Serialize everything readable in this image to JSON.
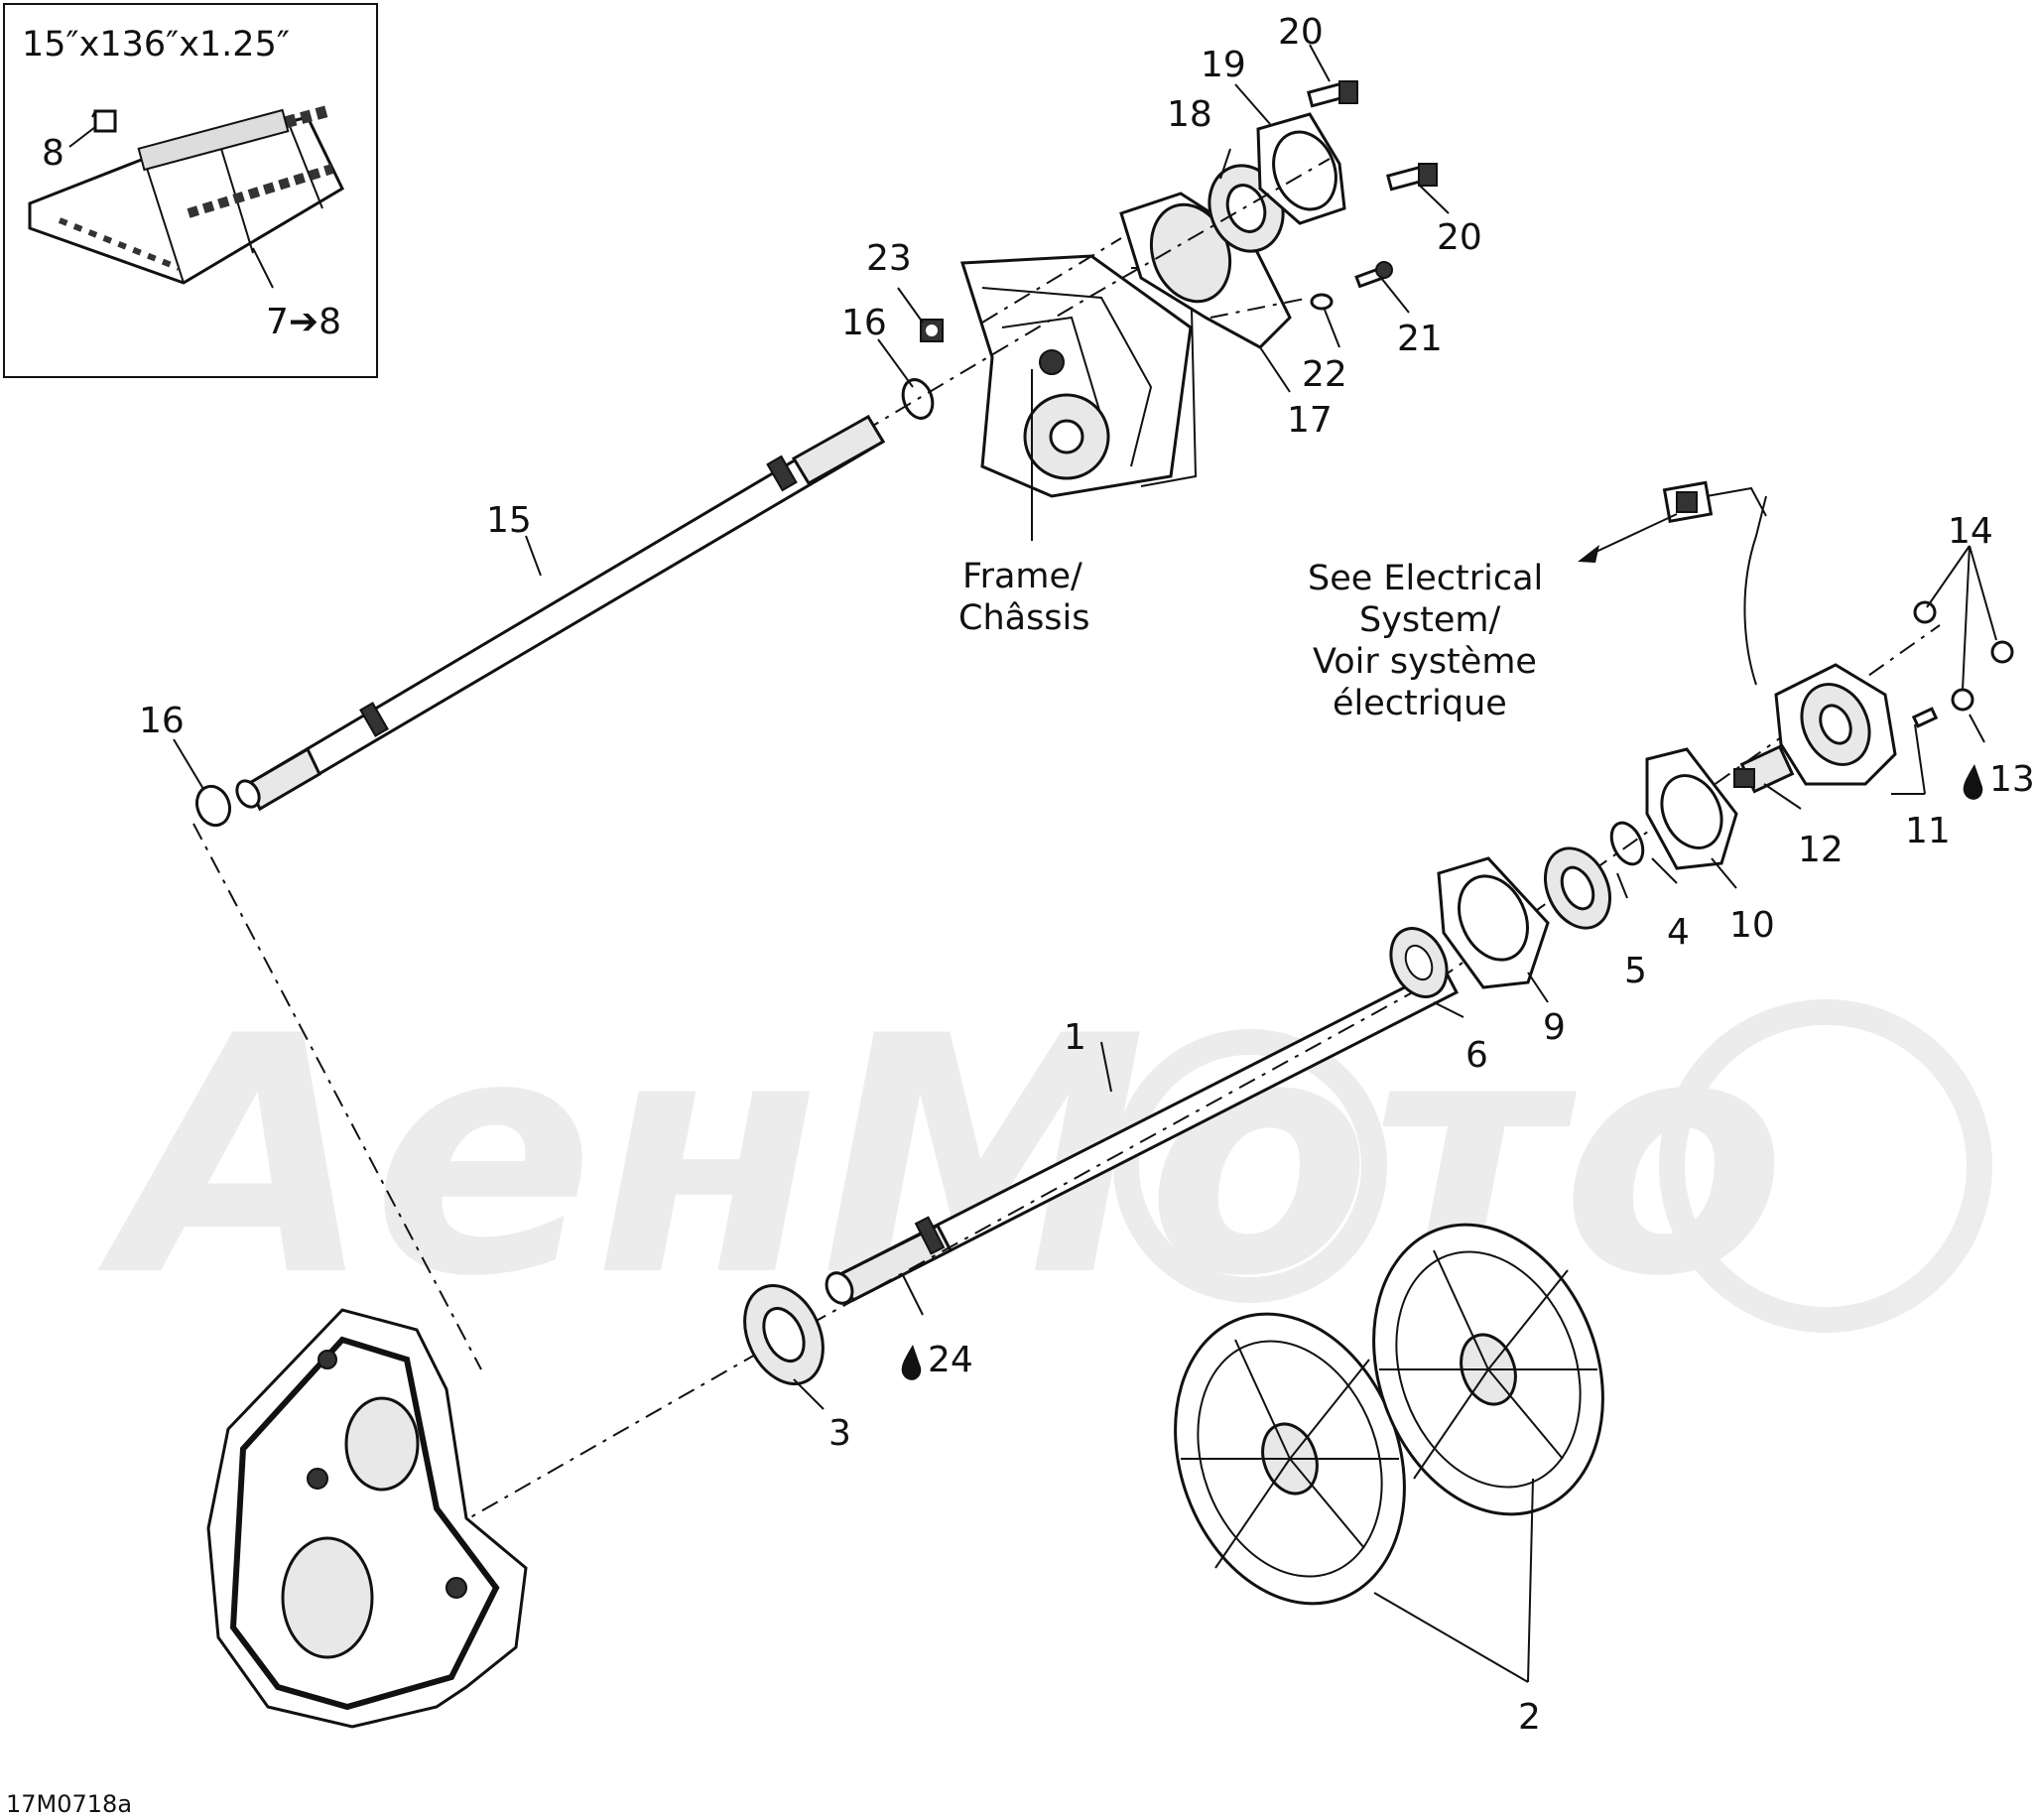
{
  "diagram": {
    "track_spec": "15″x136″x1.25″",
    "track_ref": "7➔8",
    "figure_code": "17M0718a",
    "watermark": "AeнMoто",
    "notes": {
      "frame": [
        "Frame/",
        "Châssis"
      ],
      "electrical": [
        "See Electrical",
        "System/",
        "Voir système",
        "électrique"
      ],
      "lube_13": "13",
      "lube_24": "24"
    },
    "callouts": {
      "c1": "1",
      "c2": "2",
      "c3": "3",
      "c4": "4",
      "c5": "5",
      "c6": "6",
      "c7": "7",
      "c8": "8",
      "c9": "9",
      "c10": "10",
      "c11": "11",
      "c12": "12",
      "c14": "14",
      "c15": "15",
      "c16a": "16",
      "c16b": "16",
      "c17": "17",
      "c18": "18",
      "c19": "19",
      "c20a": "20",
      "c20b": "20",
      "c21": "21",
      "c22": "22",
      "c23": "23"
    },
    "icons": [
      "lubricant-drop-icon",
      "arrow-icon"
    ]
  }
}
